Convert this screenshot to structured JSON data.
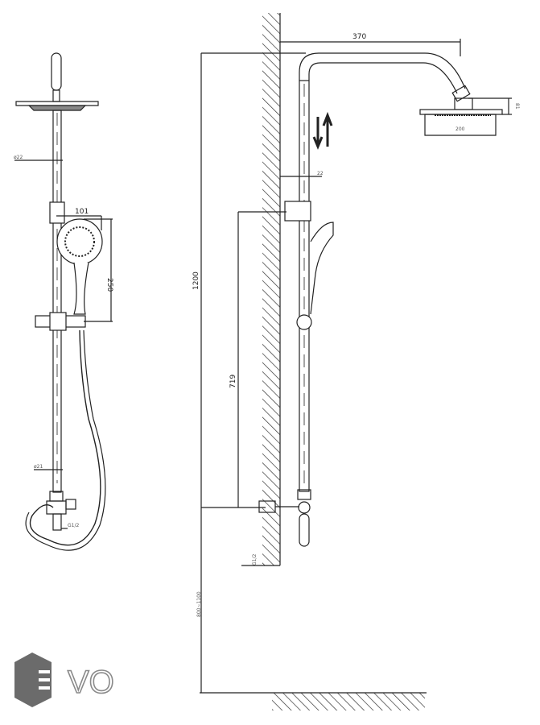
{
  "drawing": {
    "front_view": {
      "pipe_diameter_label": "ø22",
      "lower_pipe_diameter_label": "ø21",
      "inlet_thread_label": "G1/2",
      "hand_shower_width": "101",
      "hand_shower_height": "250"
    },
    "side_view": {
      "arm_length": "370",
      "head_diameter": "200",
      "head_height": "81",
      "pipe_label": "22",
      "total_height": "1200",
      "slider_height": "719",
      "inlet_thread_label": "G1/2",
      "install_height": "800~1100"
    }
  },
  "logo": {
    "text": "EVO",
    "color": "#6b6b6b"
  }
}
